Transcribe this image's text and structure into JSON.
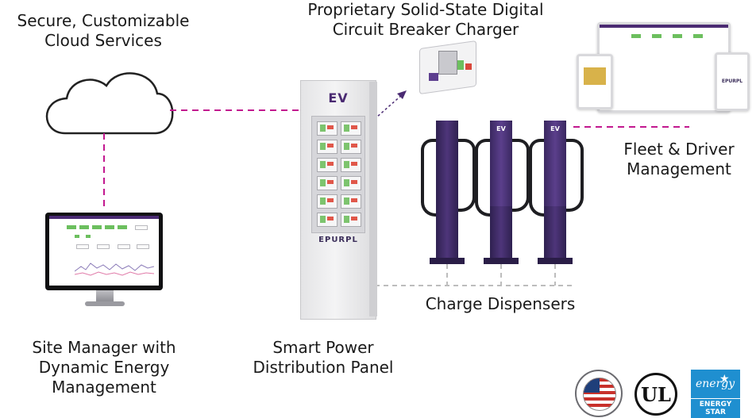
{
  "labels": {
    "cloud_l1": "Secure, Customizable",
    "cloud_l2": "Cloud Services",
    "breaker_l1": "Proprietary Solid-State Digital",
    "breaker_l2": "Circuit Breaker Charger",
    "fleet_l1": "Fleet & Driver",
    "fleet_l2": "Management",
    "dispensers": "Charge Dispensers",
    "site_l1": "Site Manager with",
    "site_l2": "Dynamic Energy",
    "site_l3": "Management",
    "panel_l1": "Smart Power",
    "panel_l2": "Distribution Panel"
  },
  "panel": {
    "logo": "EV",
    "brand": "EPURPL"
  },
  "dispenser_logo": "EV",
  "logos": {
    "ul": "UL",
    "energy_star_script": "energy",
    "energy_star": "ENERGY STAR"
  },
  "colors": {
    "connector_magenta": "#c2188f",
    "connector_gray": "#bdbdbd",
    "brand_purple": "#4a2a72",
    "energy_star_blue": "#1f8fd0"
  },
  "icons": [
    "cloud-icon",
    "monitor-icon",
    "arrow-icon"
  ]
}
